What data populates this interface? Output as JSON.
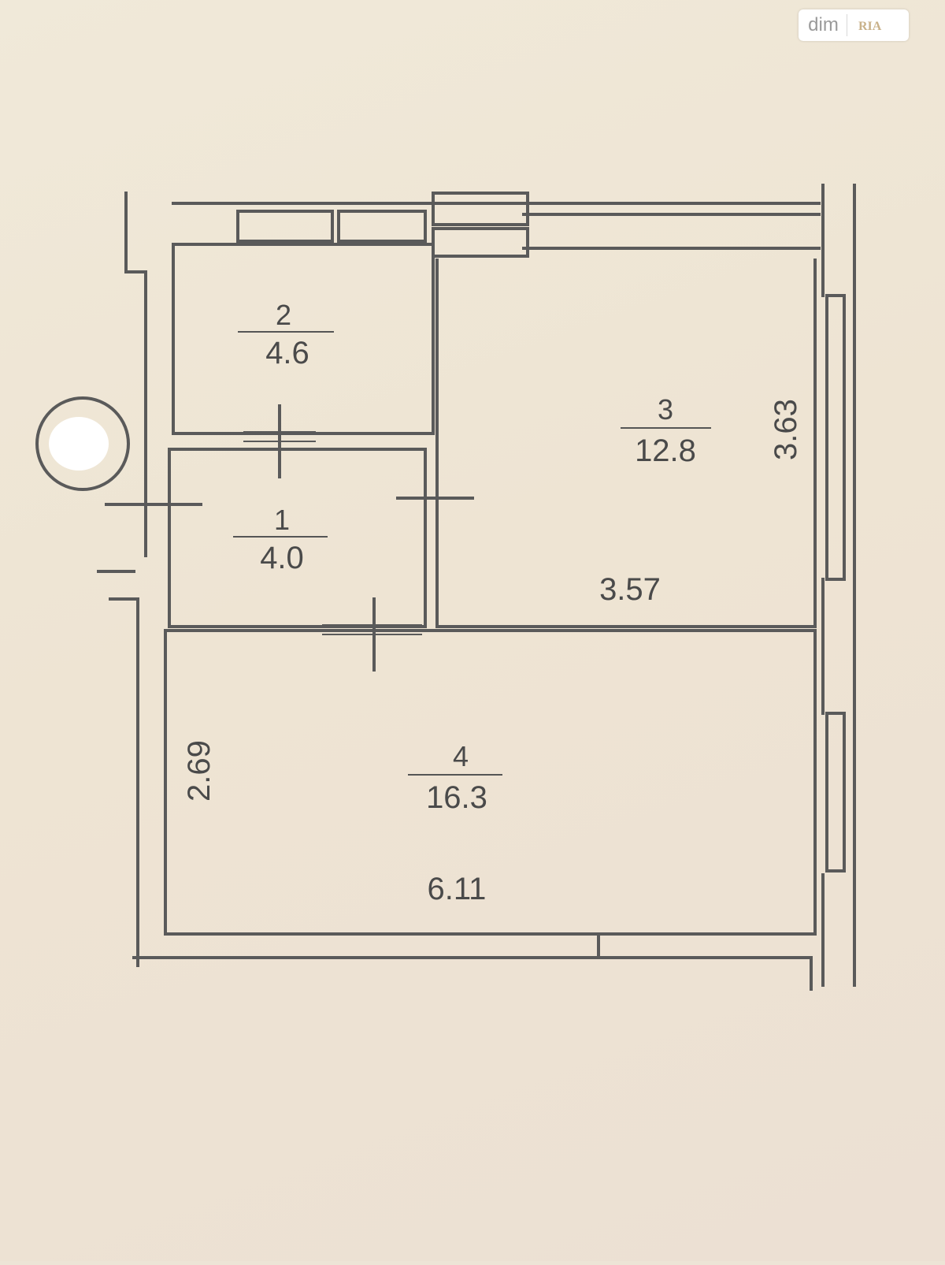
{
  "watermark": {
    "text": "dim",
    "logo_text": "RIA"
  },
  "rooms": [
    {
      "number": "1",
      "area": "4.0"
    },
    {
      "number": "2",
      "area": "4.6"
    },
    {
      "number": "3",
      "area": "12.8"
    },
    {
      "number": "4",
      "area": "16.3"
    }
  ],
  "dimensions": {
    "room3_width": "3.57",
    "room3_height": "3.63",
    "room4_width": "6.11",
    "room4_height": "2.69"
  },
  "colors": {
    "paper": "#ede4d6",
    "walls": "#5a5a5a",
    "text": "#4a4a4a"
  }
}
